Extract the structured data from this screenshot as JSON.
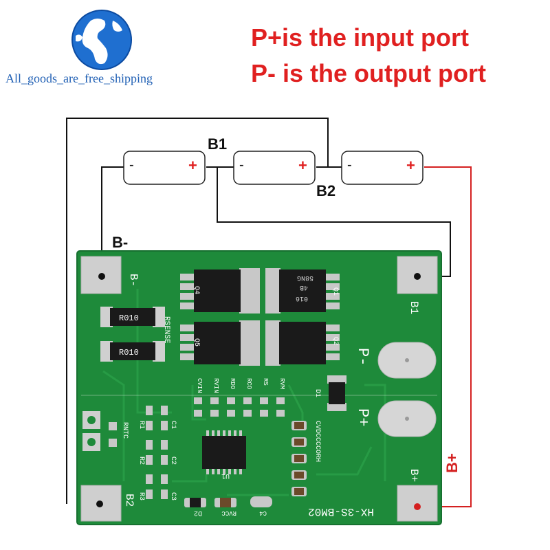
{
  "header": {
    "line1": "P+is the input port",
    "line2": "P- is the output port"
  },
  "logo": {
    "text": "All_goods_are_free_shipping",
    "icon": "globe-icon",
    "color": "#1f5fb4"
  },
  "cells": [
    {
      "minus": "-",
      "plus": "+"
    },
    {
      "minus": "-",
      "plus": "+"
    },
    {
      "minus": "-",
      "plus": "+"
    }
  ],
  "wire_labels": {
    "b1": "B1",
    "b2": "B2",
    "b_minus": "B-",
    "b_plus": "B+"
  },
  "board": {
    "model": "HX-3S-BM02",
    "pads": {
      "b_minus": "B-",
      "b1": "B1",
      "b2": "B2",
      "b_plus": "B+",
      "p_minus": "P-",
      "p_plus": "P+"
    },
    "components": {
      "resistor_1": "R010",
      "resistor_2": "R010",
      "rsense": "RSENSE",
      "q1": "Q1",
      "q2": "Q2",
      "q4": "Q4",
      "q5": "Q5",
      "d1": "D1",
      "d2": "D2",
      "u1": "U1",
      "rntc": "RNTC",
      "c1": "C1",
      "c2": "C2",
      "c3": "C3",
      "c4": "C4",
      "r1": "R1",
      "r2": "R2",
      "r3": "R3",
      "rvcc": "RVCC",
      "pad_labels": [
        "CVIN",
        "RVIN",
        "RDO",
        "RCO",
        "RS",
        "RVM"
      ],
      "cap_labels": "CVDCCCCORH",
      "mosfet_marks": [
        "58NG",
        "4B",
        "016"
      ]
    },
    "colors": {
      "pcb": "#1e8a3a",
      "pad": "#cfcfcf",
      "wire_black": "#111111",
      "wire_red": "#d42020"
    }
  }
}
